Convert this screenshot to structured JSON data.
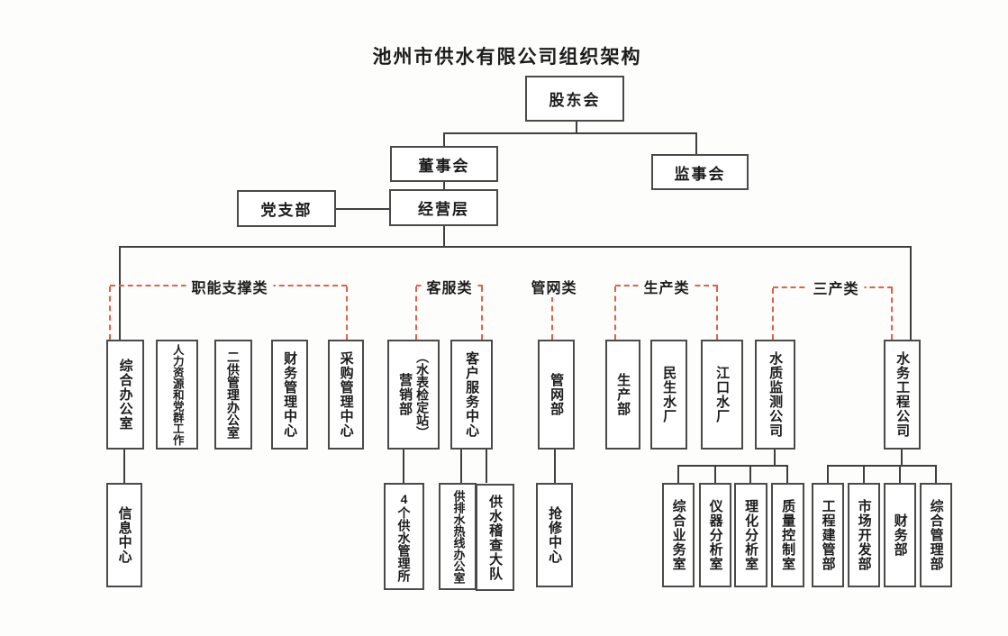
{
  "title": "池州市供水有限公司组织架构",
  "colors": {
    "line": "#3f3f3f",
    "box_border": "#4a4a4a",
    "category_bracket": "#e0604a",
    "text": "#1c1c1c"
  },
  "nodes": {
    "shareholders": "股东会",
    "board": "董事会",
    "supervisors": "监事会",
    "party_branch": "党支部",
    "management": "经营层"
  },
  "categories": {
    "functional_support": "职能支撑类",
    "customer_service": "客服类",
    "pipeline": "管网类",
    "production": "生产类",
    "tertiary": "三产类"
  },
  "departments": {
    "general_office": "综合办公室",
    "hr_party_work": "人力资源和党群工作",
    "secondary_supply_office": "二供管理办公室",
    "finance_mgmt_center": "财务管理中心",
    "procurement_mgmt_center": "采购管理中心",
    "marketing_dept": "营销部",
    "marketing_dept_note": "（水表检定站）",
    "customer_service_center": "客户服务中心",
    "pipeline_dept": "管网部",
    "production_dept": "生产部",
    "minsheng_water_plant": "民生水厂",
    "jiangkou_water_plant": "江口水厂",
    "water_quality_monitoring_co": "水质监测公司",
    "water_engineering_co": "水务工程公司"
  },
  "sub_departments": {
    "info_center": "信息中心",
    "water_supply_stations": "4个供水管理所",
    "hotline_office": "供排水热线办公室",
    "inspection_brigade": "供水稽查大队",
    "emergency_repair_center": "抢修中心",
    "general_business_room": "综合业务室",
    "instrument_analysis_room": "仪器分析室",
    "physchem_analysis_room": "理化分析室",
    "quality_control_room": "质量控制室",
    "eng_construction_dept": "工程建管部",
    "market_dev_dept": "市场开发部",
    "finance_dept": "财务部",
    "general_mgmt_dept": "综合管理部"
  }
}
